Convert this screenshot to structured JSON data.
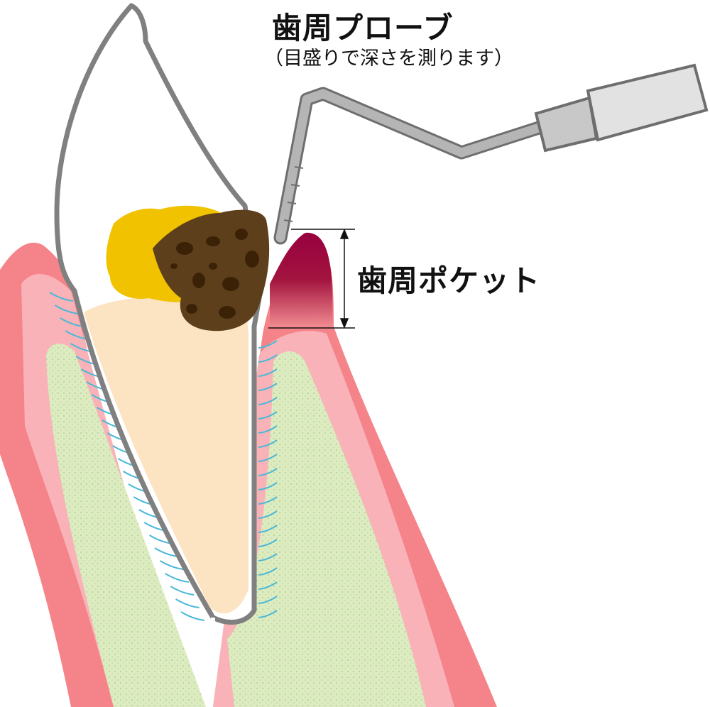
{
  "title": "歯周プローブ",
  "subtitle": "（目盛りで深さを測ります）",
  "pocket_label": "歯周ポケット",
  "colors": {
    "outer_gum": "#f5848a",
    "inner_gum": "#f9b3b8",
    "bone": "#dcecc0",
    "root": "#fce3c2",
    "outline": "#808080",
    "plaque": "#f0c200",
    "caries": "#5e3f1c",
    "pocket": "#97003f",
    "ligament": "#4ab8d8",
    "probe": "#a9a9a9"
  }
}
